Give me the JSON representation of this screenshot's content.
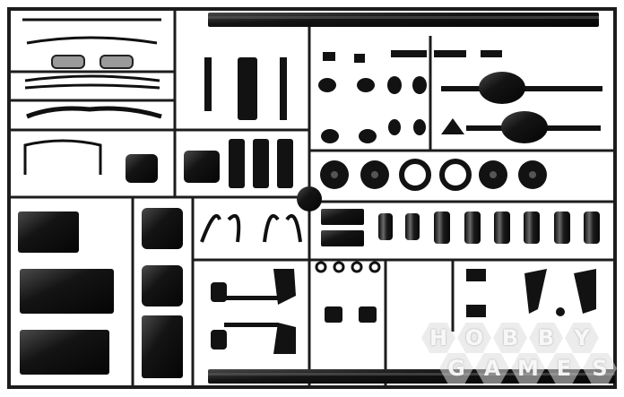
{
  "watermark": {
    "line1": [
      "H",
      "O",
      "B",
      "B",
      "Y"
    ],
    "line2": [
      "G",
      "A",
      "M",
      "E",
      "S"
    ]
  },
  "colors": {
    "plastic": "#121212",
    "sprue": "#1c1c1c",
    "highlight": "#5a5a5a",
    "background": "#ffffff"
  }
}
